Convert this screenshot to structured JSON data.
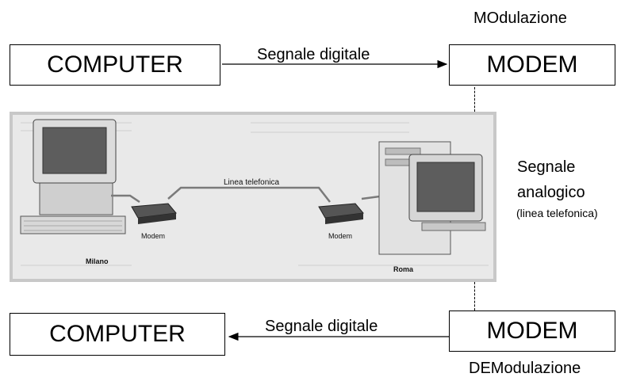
{
  "top": {
    "computer_label": "COMPUTER",
    "modem_label": "MODEM",
    "arrow_label": "Segnale digitale",
    "modulation_label": "MOdulazione"
  },
  "middle": {
    "signal_title_line1": "Segnale",
    "signal_title_line2": "analogico",
    "signal_subtitle": "(linea telefonica)",
    "illustration": {
      "line_label": "Linea telefonica",
      "modem_left_label": "Modem",
      "modem_right_label": "Modem",
      "city_left": "Milano",
      "city_right": "Roma"
    }
  },
  "bottom": {
    "computer_label": "COMPUTER",
    "modem_label": "MODEM",
    "arrow_label": "Segnale digitale",
    "demodulation_label": "DEModulazione"
  }
}
